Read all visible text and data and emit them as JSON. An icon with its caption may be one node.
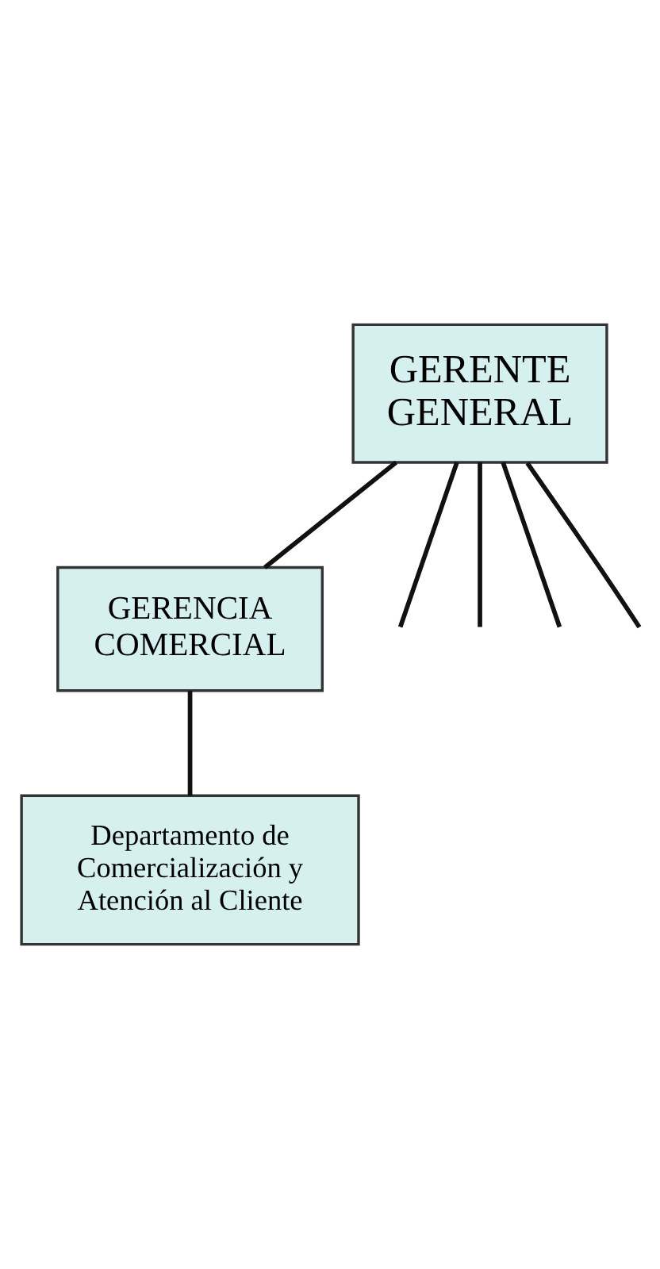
{
  "diagram": {
    "nodes": [
      {
        "text": [
          "GERENTE GENERAL"
        ]
      },
      {
        "text": [
          "GERENCIA COMERCIAL"
        ]
      },
      {
        "text": [
          "Departamento de Comercialización y Atención al Cliente"
        ]
      }
    ],
    "edges": [
      {
        "from": 0,
        "to": 1,
        "arrow": "none"
      },
      {
        "from": 0,
        "to": null,
        "arrow": "none"
      },
      {
        "from": 0,
        "to": null,
        "arrow": "none"
      },
      {
        "from": 0,
        "to": null,
        "arrow": "none"
      },
      {
        "from": 0,
        "to": null,
        "arrow": "none"
      },
      {
        "from": 1,
        "to": 2,
        "arrow": "none"
      }
    ]
  }
}
